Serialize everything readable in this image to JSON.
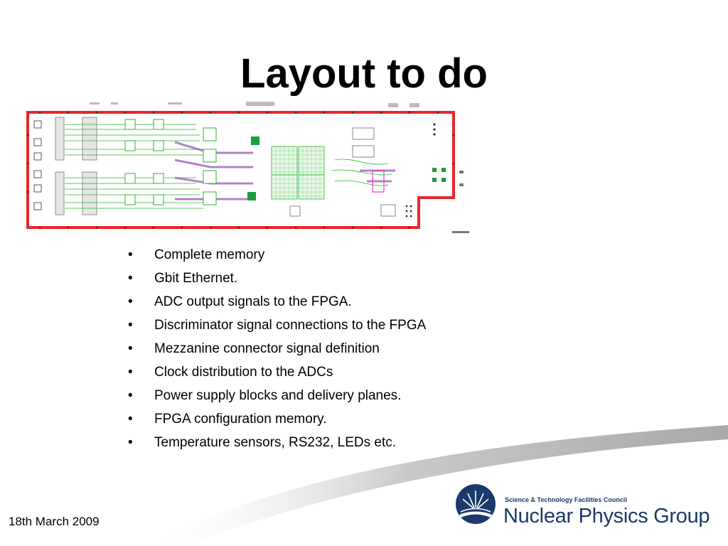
{
  "slide": {
    "title": "Layout to do",
    "bullets": [
      "Complete memory",
      "Gbit Ethernet.",
      "ADC output signals to the FPGA.",
      "Discriminator signal connections to the FPGA",
      "Mezzanine connector signal definition",
      "Clock distribution to the ADCs",
      "Power supply blocks and delivery planes.",
      "FPGA configuration memory.",
      "Temperature sensors, RS232, LEDs etc."
    ],
    "bullet_char": "•"
  },
  "footer": {
    "date": "18th March 2009",
    "logo_council": "Science & Technology Facilities Council",
    "logo_group": "Nuclear Physics Group"
  },
  "colors": {
    "board_outline": "#e8262c",
    "logo_blue": "#1a3a6b",
    "trace_green": "#2bb52b",
    "trace_purple": "#9b59b6"
  },
  "icons": {
    "pcb_image": "pcb-layout-image",
    "logo": "stfc-emblem-icon"
  }
}
